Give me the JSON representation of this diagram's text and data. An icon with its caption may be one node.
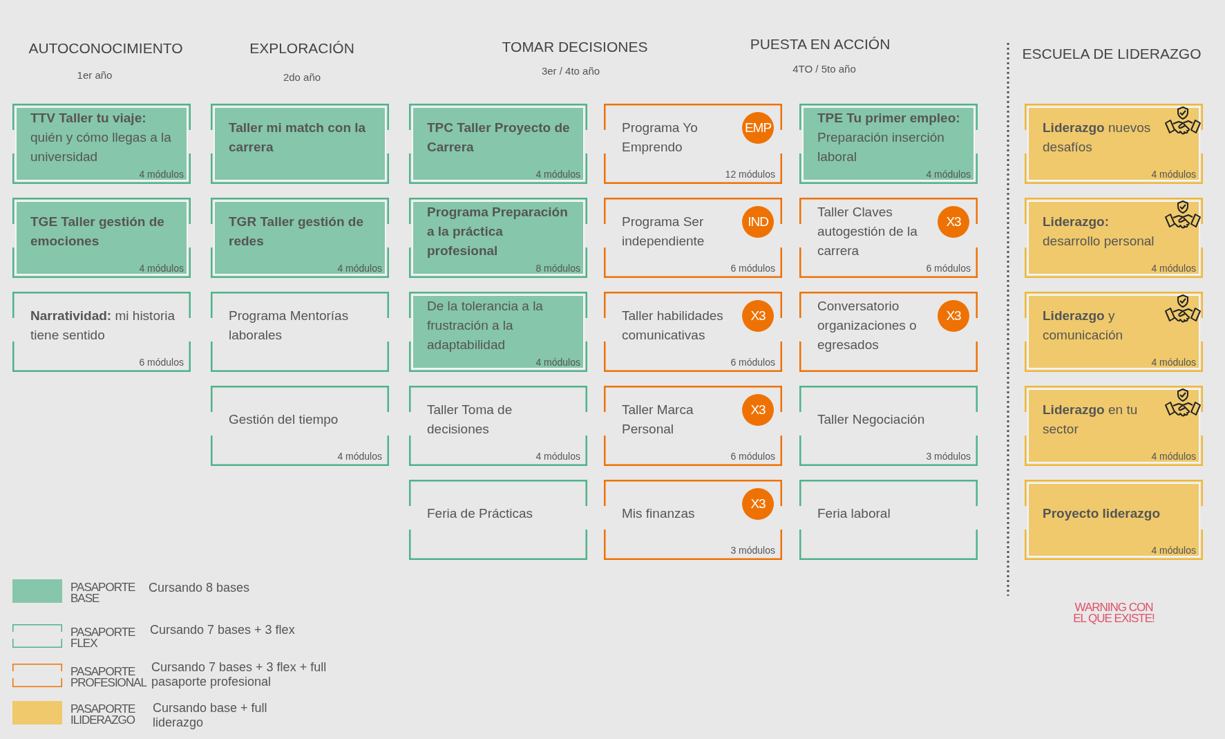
{
  "diagram": {
    "nodes": [
      {
        "text": [
          "**TTV Taller tu viaje:** quién y cómo llegas a la universidad",
          "4 módulos"
        ]
      },
      {
        "text": [
          "TGE Taller gestión de emociones",
          "4 módulos"
        ]
      },
      {
        "text": [
          "**Narratividad:** mi historia tiene sentido",
          "6 módulos"
        ]
      },
      {
        "text": [
          "Taller mi match con la carrera"
        ]
      },
      {
        "text": [
          "TGR Taller gestión de redes",
          "4 módulos"
        ]
      },
      {
        "text": [
          "Programa Mentorías laborales"
        ]
      },
      {
        "text": [
          "Gestión del tiempo",
          "4 módulos"
        ]
      },
      {
        "text": [
          "TPC Taller Proyecto de Carrera",
          "4 módulos"
        ]
      },
      {
        "text": [
          "Programa Preparación a la práctica profesional",
          "8 módulos"
        ]
      },
      {
        "text": [
          "De la tolerancia a la frustración a la adaptabilidad",
          "4 módulos"
        ]
      },
      {
        "text": [
          "Taller Toma de decisiones",
          "4 módulos"
        ]
      },
      {
        "text": [
          "Feria de Prácticas"
        ]
      },
      {
        "text": [
          "Programa Yo Emprendo",
          "12 módulos"
        ]
      },
      {
        "text": [
          "EMP"
        ],
        "in": 12
      },
      {
        "text": [
          "Programa Ser independiente",
          "6 módulos"
        ]
      },
      {
        "text": [
          "IND"
        ],
        "in": 14
      },
      {
        "text": [
          "Taller habilidades comunicativas",
          "6 módulos"
        ]
      },
      {
        "text": [
          "X3"
        ],
        "in": 16
      },
      {
        "text": [
          "Taller Marca Personal",
          "6 módulos"
        ]
      },
      {
        "text": [
          "X3"
        ],
        "in": 18
      },
      {
        "text": [
          "Mis finanzas",
          "3 módulos"
        ]
      },
      {
        "text": [
          "X3"
        ],
        "in": 20
      },
      {
        "text": [
          "**TPE Tu primer empleo:** Preparación inserción laboral",
          "4 módulos"
        ]
      },
      {
        "text": [
          "Taller Claves autogestión de la carrera",
          "6 módulos"
        ]
      },
      {
        "text": [
          "X3"
        ],
        "in": 23
      },
      {
        "text": [
          "Conversatorio organizaciones o egresados"
        ]
      },
      {
        "text": [
          "X3"
        ],
        "in": 25
      },
      {
        "text": [
          "Taller Negociación",
          "3 módulos"
        ]
      },
      {
        "text": [
          "Feria laboral"
        ]
      },
      {
        "text": [
          "**Liderazgo** nuevos desafíos",
          "4 módulos"
        ]
      },
      {
        "text": [
          "**Liderazgo:** desarrollo personal",
          "4 módulos"
        ]
      },
      {
        "text": [
          "**Liderazgo** y comunicación",
          "4 módulos"
        ]
      },
      {
        "text": [
          "**Liderazgo** en tu sector",
          "4 módulos"
        ]
      },
      {
        "text": [
          "Proyecto liderazgo",
          "4 módulos"
        ]
      }
    ],
    "edges": [],
    "labels": [
      "AUTOCONOCIMIENTO",
      "1er año",
      "EXPLORACIÓN",
      "2do año",
      "TOMAR DECISIONES",
      "3er / 4to año",
      "PUESTA EN ACCIÓN",
      "4TO / 5to año",
      "ESCUELA DE LIDERAZGO",
      "Cursando 8 bases",
      "Cursando 7 bases + 3 flex",
      "Cursando 7 bases + 3 flex + full pasaporte profesional",
      "WARNING CON EL QUE EXISTE!",
      "Cursando base + full liderazgo"
    ],
    "legend": [
      {
        "text": "PASAPORTE BASE",
        "color": "#86c6aa"
      },
      {
        "text": "PASAPORTE FLEX"
      },
      {
        "text": "PASAPORTE PROFESIONAL"
      },
      {
        "text": "PASAPORTE ILIDERAZGO",
        "color": "#efc96b"
      }
    ]
  }
}
